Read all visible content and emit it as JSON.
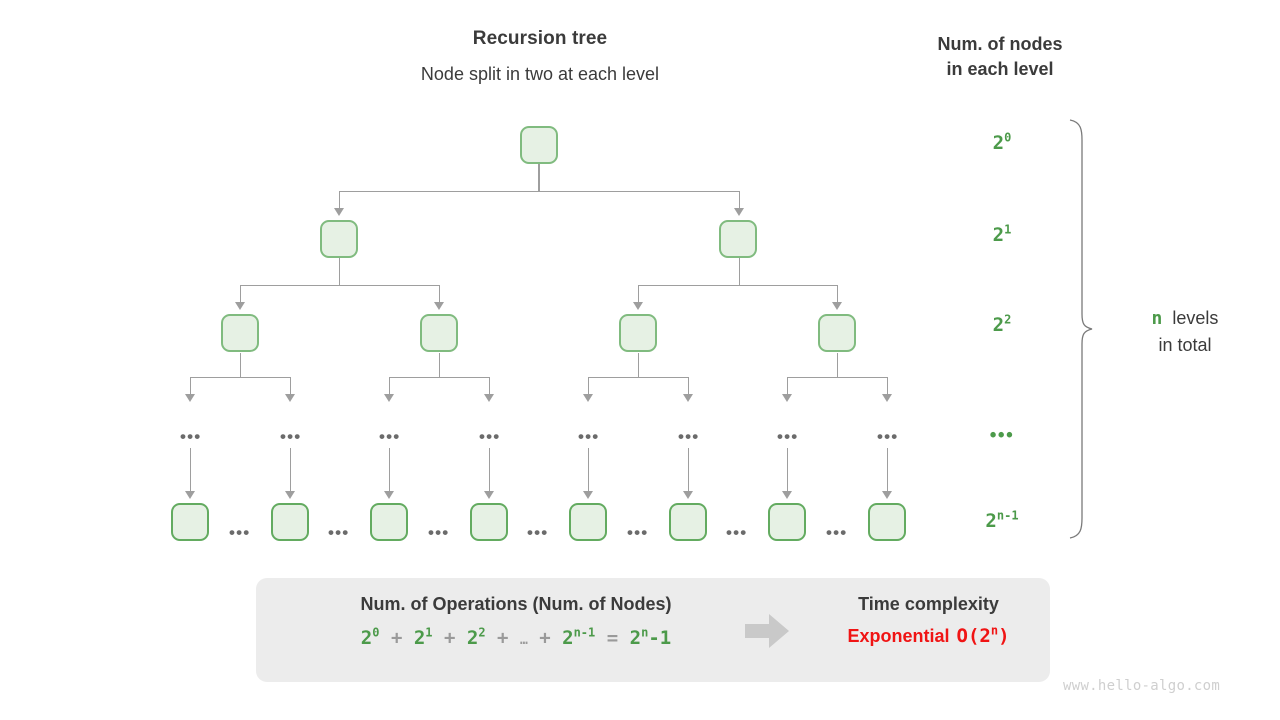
{
  "diagram": {
    "title": "Recursion tree",
    "subtitle": "Node split in two at each level",
    "column_header_line1": "Num. of nodes",
    "column_header_line2": "in each level",
    "watermark": "www.hello-algo.com",
    "colors": {
      "node_fill": "#e6f1e4",
      "node_border": "#80bb7f",
      "leaf_border": "#63ab60",
      "green_text": "#4c9a4a",
      "red_text": "#f01414",
      "line": "#9e9e9e",
      "panel_bg": "#ececec",
      "heading": "#3b3b3b"
    }
  },
  "levels": [
    {
      "base": "2",
      "exp": "0",
      "node_count": 1
    },
    {
      "base": "2",
      "exp": "1",
      "node_count": 2
    },
    {
      "base": "2",
      "exp": "2",
      "node_count": 4
    },
    {
      "base": "",
      "exp": "",
      "ellipsis": "•••",
      "node_count": 8
    },
    {
      "base": "2",
      "exp": "n-1",
      "node_count": 8
    }
  ],
  "bracket": {
    "var": "n",
    "label_line1": "levels",
    "label_line2": "in total"
  },
  "summary": {
    "operations_heading": "Num. of Operations (Num. of Nodes)",
    "formula": {
      "t1_base": "2",
      "t1_exp": "0",
      "plus1": "+",
      "t2_base": "2",
      "t2_exp": "1",
      "plus2": "+",
      "t3_base": "2",
      "t3_exp": "2",
      "plus3": "+",
      "mid_dots": "…",
      "plus4": "+",
      "t4_base": "2",
      "t4_exp": "n-1",
      "equals": "=",
      "result_base": "2",
      "result_exp": "n",
      "result_tail": "-1"
    },
    "complexity_heading": "Time complexity",
    "verdict_word": "Exponential",
    "verdict_bigo_prefix": "O(2",
    "verdict_bigo_exp": "n",
    "verdict_bigo_suffix": ")",
    "arrow_icon": "right-block-arrow"
  }
}
